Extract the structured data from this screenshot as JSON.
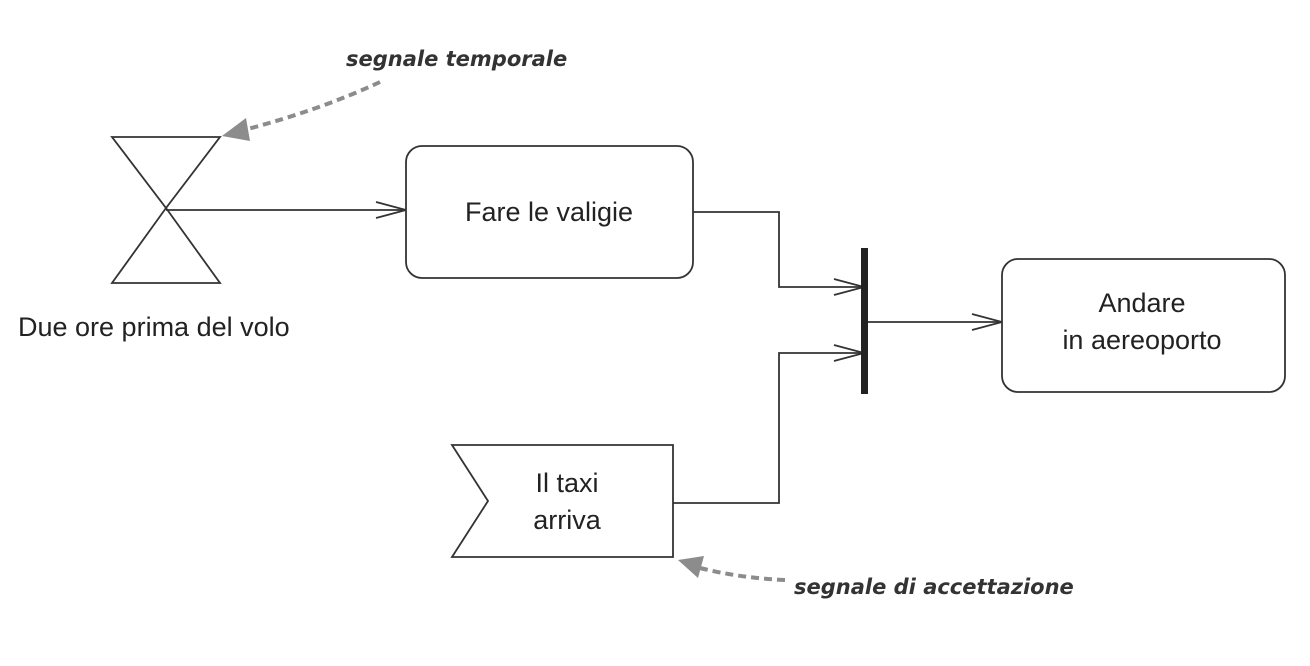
{
  "nodes": {
    "time_signal_label": "Due ore prima del volo",
    "pack_bags": "Fare le valigie",
    "taxi_line1": "Il taxi",
    "taxi_line2": "arriva",
    "airport_line1": "Andare",
    "airport_line2": "in aereoporto"
  },
  "annotations": {
    "time_signal": "segnale temporale",
    "accept_signal": "segnale di accettazione"
  },
  "colors": {
    "stroke": "#333333",
    "annotation_arrow": "#8c8c8c",
    "join_bar": "#222222"
  }
}
